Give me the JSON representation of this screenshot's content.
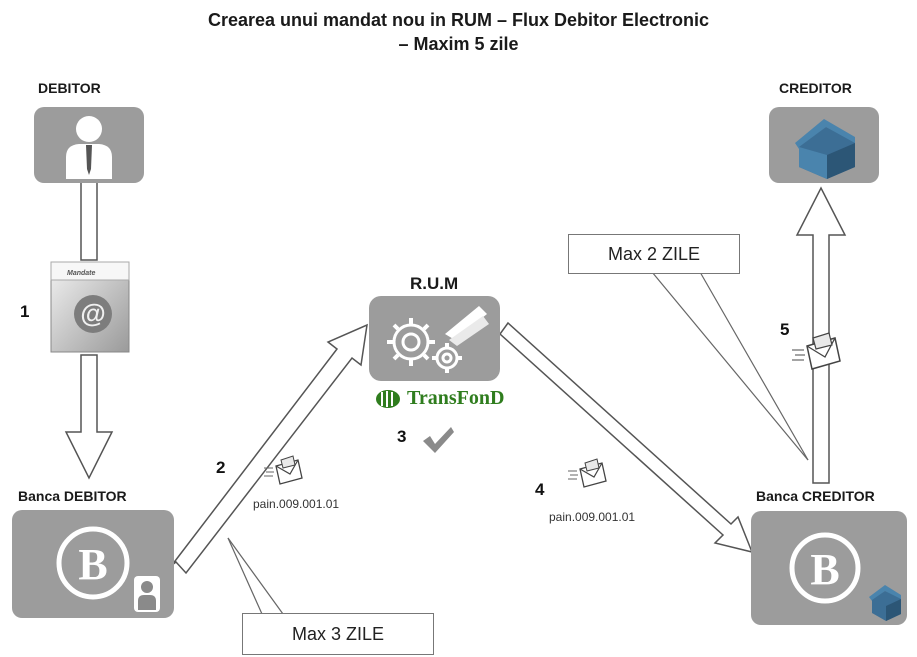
{
  "title": {
    "line1": "Crearea  unui mandat nou in RUM – Flux Debitor Electronic",
    "line2": "– Maxim 5 zile"
  },
  "nodes": {
    "debitor": "DEBITOR",
    "creditor": "CREDITOR",
    "rum": "R.U.M",
    "banca_debitor": "Banca DEBITOR",
    "banca_creditor": "Banca CREDITOR"
  },
  "steps": [
    "1",
    "2",
    "3",
    "4",
    "5"
  ],
  "messages": {
    "step2": "pain.009.001.01",
    "step4": "pain.009.001.01"
  },
  "callouts": {
    "max2": "Max 2 ZILE",
    "max3": "Max 3 ZILE"
  },
  "logo": {
    "transfond": "TransFonD",
    "mandate_doc": "Mandate"
  },
  "colors": {
    "tile_gray": "#9c9c9c",
    "house_blue": "#3c6e95",
    "check_gray": "#8a8a8a",
    "transfond_green": "#2f7d1e"
  },
  "icons": [
    "person-icon",
    "house-icon",
    "gears-icon",
    "bank-b-icon",
    "envelope-icon",
    "check-icon",
    "mandate-document-icon"
  ]
}
